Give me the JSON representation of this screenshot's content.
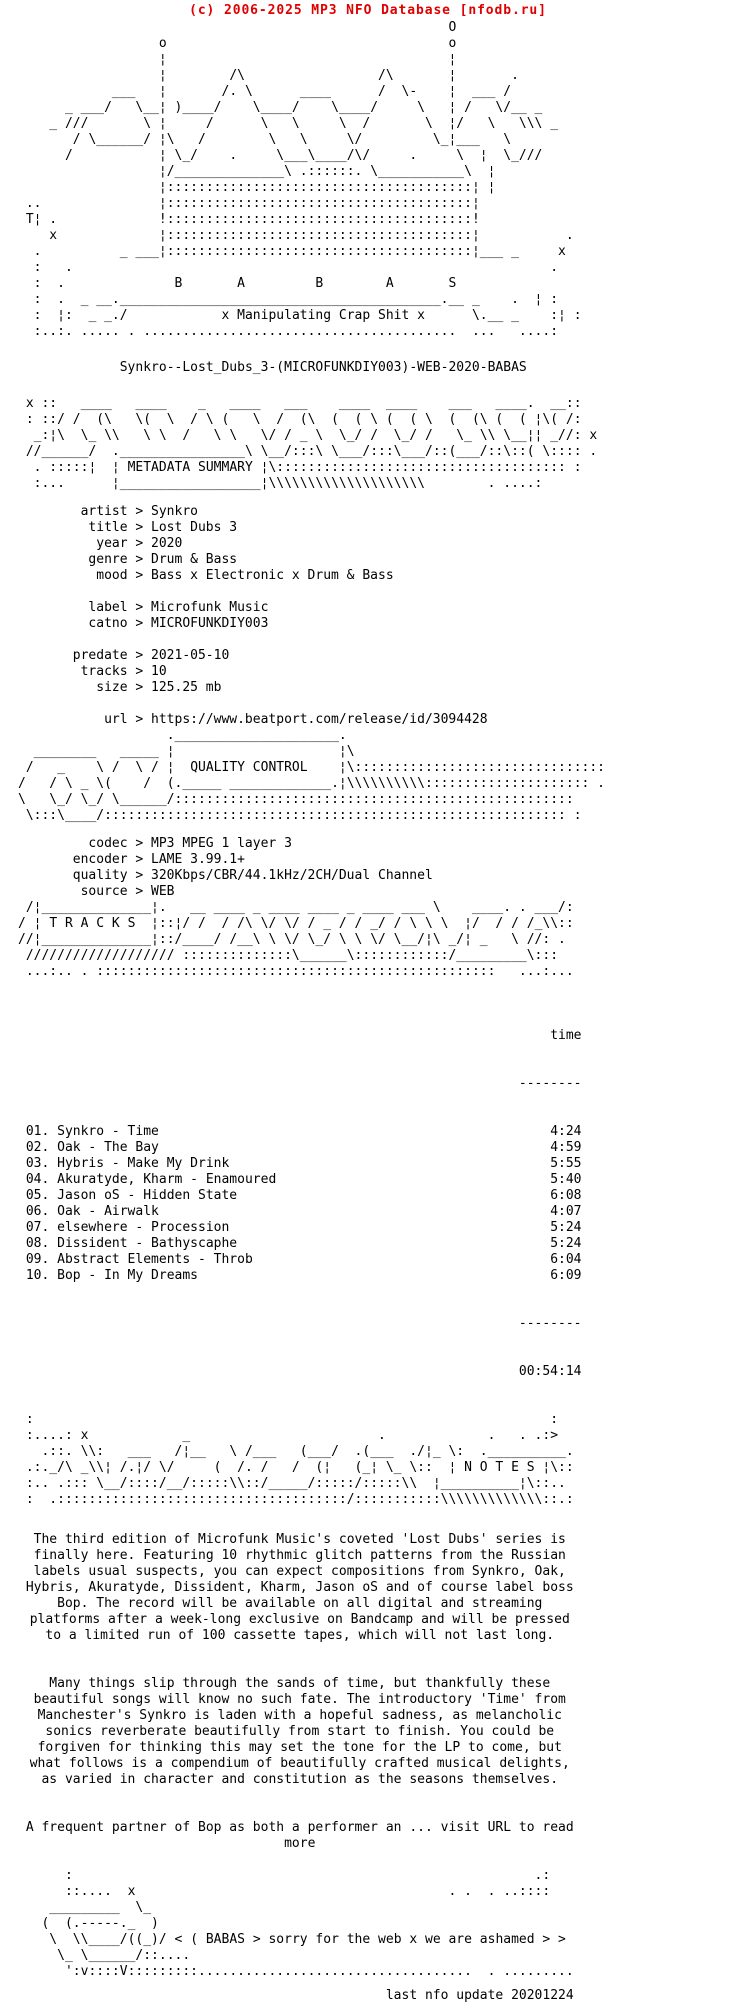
{
  "header": {
    "copyright": "(c) 2006-2025 MP3 NFO Database [nfodb.ru]",
    "accent_color": "#e00000"
  },
  "release": {
    "name": "Synkro--Lost_Dubs_3-(MICROFUNKDIY003)-WEB-2020-BABAS",
    "group": "BABAS",
    "group_letters": "B       A         B        A       S",
    "slogan": "x Manipulating Crap Shit x"
  },
  "sections": {
    "metadata_title": "METADATA SUMMARY",
    "quality_title": "QUALITY CONTROL",
    "tracks_title": "T R A C K S",
    "notes_title": "N O T E S"
  },
  "metadata": {
    "sep": ">",
    "groups": [
      [
        {
          "key": "artist",
          "value": "Synkro"
        },
        {
          "key": "title",
          "value": "Lost Dubs 3"
        },
        {
          "key": "year",
          "value": "2020"
        },
        {
          "key": "genre",
          "value": "Drum & Bass"
        },
        {
          "key": "mood",
          "value": "Bass x Electronic x Drum & Bass"
        }
      ],
      [
        {
          "key": "label",
          "value": "Microfunk Music"
        },
        {
          "key": "catno",
          "value": "MICROFUNKDIY003"
        }
      ],
      [
        {
          "key": "predate",
          "value": "2021-05-10"
        },
        {
          "key": "tracks",
          "value": "10"
        },
        {
          "key": "size",
          "value": "125.25 mb"
        }
      ],
      [
        {
          "key": "url",
          "value": "https://www.beatport.com/release/id/3094428"
        }
      ]
    ]
  },
  "quality": {
    "rows": [
      {
        "key": "codec",
        "value": "MP3 MPEG 1 layer 3"
      },
      {
        "key": "encoder",
        "value": "LAME 3.99.1+"
      },
      {
        "key": "quality",
        "value": "320Kbps/CBR/44.1kHz/2CH/Dual Channel"
      },
      {
        "key": "source",
        "value": "WEB"
      }
    ]
  },
  "tracks": {
    "time_label": "time",
    "divider": "--------",
    "num_sep": ". ",
    "sep": " - ",
    "items": [
      {
        "num": "01",
        "artist": "Synkro",
        "title": "Time",
        "time": "4:24"
      },
      {
        "num": "02",
        "artist": "Oak",
        "title": "The Bay",
        "time": "4:59"
      },
      {
        "num": "03",
        "artist": "Hybris",
        "title": "Make My Drink",
        "time": "5:55"
      },
      {
        "num": "04",
        "artist": "Akuratyde, Kharm",
        "title": "Enamoured",
        "time": "5:40"
      },
      {
        "num": "05",
        "artist": "Jason oS",
        "title": "Hidden State",
        "time": "6:08"
      },
      {
        "num": "06",
        "artist": "Oak",
        "title": "Airwalk",
        "time": "4:07"
      },
      {
        "num": "07",
        "artist": "elsewhere",
        "title": "Procession",
        "time": "5:24"
      },
      {
        "num": "08",
        "artist": "Dissident",
        "title": "Bathyscaphe",
        "time": "5:24"
      },
      {
        "num": "09",
        "artist": "Abstract Elements",
        "title": "Throb",
        "time": "6:04"
      },
      {
        "num": "10",
        "artist": "Bop",
        "title": "In My Dreams",
        "time": "6:09"
      }
    ],
    "total": "00:54:14"
  },
  "notes": {
    "paragraphs": [
      "The third edition of Microfunk Music's coveted 'Lost Dubs' series is\nfinally here. Featuring 10 rhythmic glitch patterns from the Russian\nlabels usual suspects, you can expect compositions from Synkro, Oak,\nHybris, Akuratyde, Dissident, Kharm, Jason oS and of course label boss\nBop. The record will be available on all digital and streaming\nplatforms after a week-long exclusive on Bandcamp and will be pressed\nto a limited run of 100 cassette tapes, which will not last long.",
      "Many things slip through the sands of time, but thankfully these\nbeautiful songs will know no such fate. The introductory 'Time' from\nManchester's Synkro is laden with a hopeful sadness, as melancholic\nsonics reverberate beautifully from start to finish. You could be\nforgiven for thinking this may set the tone for the LP to come, but\nwhat follows is a compendium of beautifully crafted musical delights,\nas varied in character and constitution as the seasons themselves.",
      "A frequent partner of Bop as both a performer an ... visit URL to read\nmore"
    ]
  },
  "footer": {
    "sorry": "< ( BABAS > sorry for the web x we are ashamed > >",
    "update": "last nfo update 20201224"
  },
  "art": {
    "logo_top": "                                                       O\n                  o                                    o\n                  ¦                                    ¦\n                  ¦        /\\                 /\\       ¦       .\n            ___   ¦       /. \\      ____      /  \\-    ¦  ___ /\n      _ ___/   \\__¦ )____/    \\____/    \\____/     \\   ¦ /   \\/__ _\n    _ ///       \\ ¦     /      \\   \\     \\  /       \\  ¦/   \\   \\\\\\ _\n       / \\______/ ¦\\   /        \\   \\     \\/         \\_¦___   \\\n      /           ¦ \\_/    .     \\___\\____/\\/     .     \\  ¦  \\_///\n                  ¦/______________\\ .::::::. \\___________\\  ¦\n                  ¦:::::::::::::::::::::::::::::::::::::::¦ ¦\n ..               ¦:::::::::::::::::::::::::::::::::::::::¦\n T¦ .             !:::::::::::::::::::::::::::::::::::::::!\n    x             ¦:::::::::::::::::::::::::::::::::::::::¦           .\n  .          _ ___¦:::::::::::::::::::::::::::::::::::::::¦___ _     x\n  :   .                                                             .\n  :  .              ",
    "logo_mid": "\n  :  .  _ __._________________________________________.__ _    .  ¦ :\n  :  ¦:  _ _./            ",
    "logo_post": "      \\.__ _    :¦ :\n  :..:. ..... . ........................................  ...   ....:",
    "meta_pre": " x ::   ____   ____    _   ____   ___    ____  ____    ___   ____.  __::\n : ::/ /  (\\   \\(  \\  / \\ (   \\  /  (\\  (  ( \\ (  ( \\  (  (\\ (  ( ¦\\( /:\n  _:¦\\  \\_ \\\\   \\ \\  /   \\ \\   \\/ / _ \\  \\_/ /  \\_/ /   \\_ \\\\ \\__¦¦ _//: x\n //______/  .________________\\ \\__/:::\\ \\___/:::\\___/::(___/::\\::( \\:::: .\n  . :::::¦  ¦ ",
    "meta_post": " ¦\\::::::::::::::::::::::::::::::::::::: :\n  :...      ¦__________________¦\\\\\\\\\\\\\\\\\\\\\\\\\\\\\\\\\\\\\\\\        . ....:",
    "quality_pre": "                   ._____________________.\n  ________   _____ ¦                     ¦\\\n /   _    \\ /  \\ / ¦  ",
    "quality_post": "    ¦\\::::::::::::::::::::::::::::::::\n/   / \\ _ \\(    /  (._____ _____________.¦\\\\\\\\\\\\\\\\\\\\::::::::::::::::::::: .\n\\   \\_/ \\_/ \\______/:::::::::::::::::::::::::::::::::::::::::::::::::::\n \\:::\\____/::::::::::::::::::::::::::::::::::::::::::::::::::::::::::: :",
    "tracks_pre": " /¦______________¦.   __ ____ _ ____ ____ _ ____ ___ \\    ____. . ___/:\n/ ¦ ",
    "tracks_post": "  ¦::¦/ /  / /\\ \\/ \\/ / _ / / _/ / \\ \\ \\  ¦/  / / /_\\\\::\n//¦______________¦::/____/ /__\\ \\ \\/ \\_/ \\ \\ \\/ \\__/¦\\ _/¦ _   \\ //: .\n /////////////////// ::::::::::::::\\______\\::::::::::::/_________\\:::\n ...:.. . :::::::::::::::::::::::::::::::::::::::::::::::::::   ...:...",
    "notes_pre": " :                                                                  :\n :....: x            _                        .             .   . .:>\n   .::. \\\\:   ___   /¦__   \\ /___   (___/  .(___  ./¦_ \\:  .__________.\n .:._/\\ _\\\\¦ /.¦/ \\/     (  /. /   /  (¦   (_¦ \\_ \\::  ¦ ",
    "notes_post": " ¦\\::\n :.. .::: \\__/::::/__/:::::\\\\::/_____/:::::/:::::\\\\  ¦__________¦\\::..\n :  .:::::::::::::::::::::::::::::::::::::/:::::::::::\\\\\\\\\\\\\\\\\\\\\\\\\\::.:",
    "footer_pre": "      :                                                           .:\n      ::....  x                                        . .  . ..::::\n    _________  \\_\n   (  (.-----._  )\n    \\  \\\\____/((_)/ ",
    "footer_post": "\n     \\_ \\______/::....\n      ':v::::V:::::::::...................................  . ........."
  }
}
